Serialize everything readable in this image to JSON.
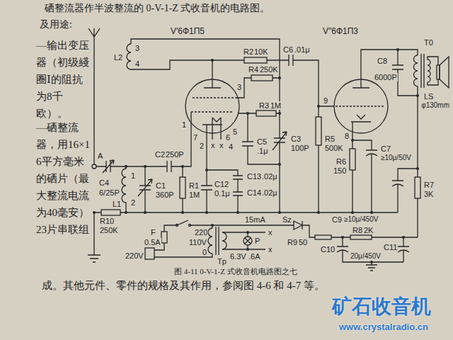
{
  "diagram": {
    "caption": "图 4-11 0-V-1-Z 式收音机电路图之七",
    "labels": [
      "硒整流器作半波整流的 0-V-1-Z 式收音机的电路图。",
      "及用途:",
      "—输出变压器（初级綫圈Ⅰ的阻抗为8千欧）。",
      "—硒整流器，用16×16平方毫米的硒片（最大整流电流为40毫安）23片串联组",
      "成。其他元件、零件的规格及其作用，参阅图 4-6 和 4-7 等。",
      "V′6Ф1П5",
      "V″6Ф1П3",
      "L2",
      "3",
      "4",
      "A",
      "C2",
      "250P",
      "C4",
      "6/25P",
      "1",
      "L1",
      "2",
      "C1",
      "360P",
      "R1",
      "1M",
      "R10",
      "250K",
      "C12",
      "0.1μ",
      "C13",
      ".02μ",
      "C14",
      ".02μ",
      "R2",
      "10K",
      "C6",
      ".01μ",
      "R4",
      "250K",
      "R3",
      "1M",
      "C5",
      ".1μ",
      "C3",
      "100P",
      "R5",
      "500K",
      "9",
      "8",
      "R6",
      "150",
      "C7",
      "≥10μ/50V",
      "C8",
      "6000P",
      "T0",
      "LS",
      "φ130mm",
      "C9",
      "≥10μ/450V",
      "R7",
      "3K",
      "Sz",
      "15mA",
      "x",
      "x",
      "P",
      "R9",
      "50",
      "R8",
      "2K",
      "C10",
      "C11",
      "20μ/450V",
      "F",
      "0.5A",
      "220",
      "110V",
      "0",
      "Tp",
      "6.3V",
      ".6A",
      "220V",
      "1",
      "7",
      "2",
      "5",
      "6",
      "4",
      "3",
      "x",
      "x",
      "矿石收音机",
      "www.crystalradio.cn"
    ]
  }
}
